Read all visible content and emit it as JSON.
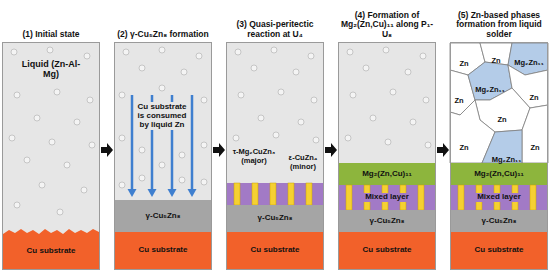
{
  "diagram": {
    "nodes": [
      {
        "text": [
          "(1) Initial state"
        ]
      },
      {
        "text": [
          "Liquid (Zn-Al-Mg)"
        ],
        "in": 0
      },
      {
        "text": [
          "Cu substrate"
        ],
        "in": 0
      },
      {
        "text": [
          "(2) γ-Cu₅Zn₈ formation"
        ]
      },
      {
        "text": [
          "γ-Cu₅Zn₈"
        ],
        "in": 3
      },
      {
        "text": [
          "Cu substrate"
        ],
        "in": 3
      },
      {
        "text": [
          "(3) Quasi-peritectic reaction at U₄"
        ]
      },
      {
        "text": [
          "γ-Cu₅Zn₈"
        ],
        "in": 6
      },
      {
        "text": [
          "Cu substrate"
        ],
        "in": 6
      },
      {
        "text": [
          "(4) Formation of Mg₂(Zn,Cu)₁₁ along P₁-U₈"
        ]
      },
      {
        "text": [
          "Mg₂(Zn,Cu)₁₁"
        ],
        "in": 9
      },
      {
        "text": [
          "Mixed layer"
        ],
        "in": 9
      },
      {
        "text": [
          "γ-Cu₅Zn₈"
        ],
        "in": 9
      },
      {
        "text": [
          "Cu substrate"
        ],
        "in": 9
      },
      {
        "text": [
          "(5) Zn-based phases formation from liquid solder"
        ]
      },
      {
        "text": [
          "Mg₂(Zn,Cu)₁₁"
        ],
        "in": 14
      },
      {
        "text": [
          "Mixed layer"
        ],
        "in": 14
      },
      {
        "text": [
          "γ-Cu₅Zn₈"
        ],
        "in": 14
      },
      {
        "text": [
          "Cu substrate"
        ],
        "in": 14
      }
    ],
    "edges": [
      {
        "from": 0,
        "to": 3,
        "arrow": "to"
      },
      {
        "from": 3,
        "to": 6,
        "arrow": "to"
      },
      {
        "from": 6,
        "to": 9,
        "arrow": "to"
      },
      {
        "from": 9,
        "to": 14,
        "arrow": "to"
      }
    ],
    "labels": [
      "Cu substrate is consumed by liquid Zn",
      "τ-Mg₂CuZn₃ (major)",
      "ε-CuZn₄ (minor)",
      "Zn",
      "Zn",
      "Mg₂Zn₁₁",
      "Zn",
      "Mg₂Zn₁₁",
      "Zn",
      "Zn",
      "Zn",
      "Zn",
      "Mg₂Zn₁₁"
    ]
  }
}
